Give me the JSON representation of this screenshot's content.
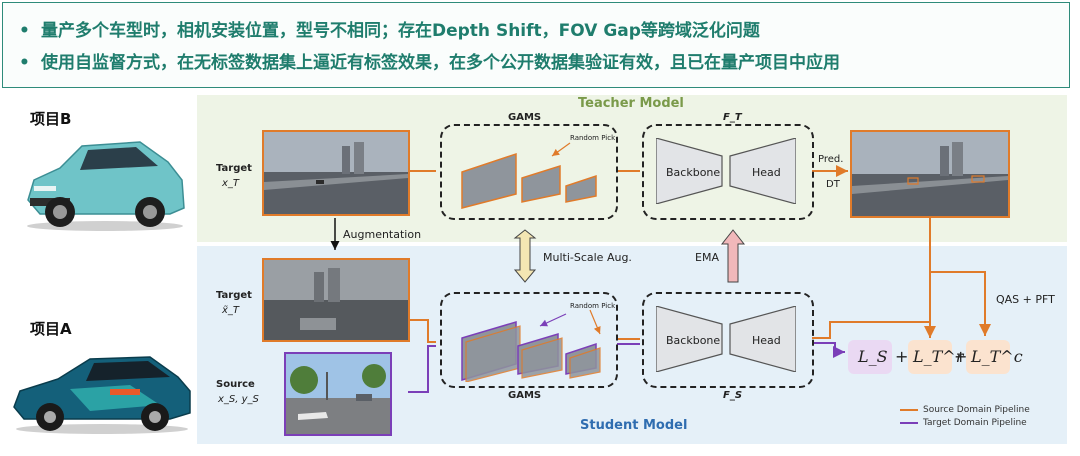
{
  "banner": {
    "bullet_1": "量产多个车型时，相机安装位置，型号不相同；存在Depth Shift，FOV Gap等跨域泛化问题",
    "bullet_2": "使用自监督方式，在无标签数据集上逼近有标签效果，在多个公开数据集验证有效，且已在量产项目中应用",
    "bullet_marker": "•"
  },
  "cars": {
    "project_b": "项目B",
    "project_a": "项目A"
  },
  "teacher": {
    "title": "Teacher Model",
    "target_label": "Target",
    "target_sub": "x_T",
    "gams": "GAMS",
    "random_pick": "Random Pick",
    "f_label": "F_T",
    "backbone": "Backbone",
    "head": "Head",
    "pred": "Pred.",
    "dt": "DT"
  },
  "student": {
    "title": "Student Model",
    "target_label": "Target",
    "target_sub": "x̃_T",
    "source_label": "Source",
    "source_sub": "x_S, y_S",
    "gams": "GAMS",
    "random_pick": "Random Pick",
    "f_label": "F_S",
    "backbone": "Backbone",
    "head": "Head"
  },
  "flow": {
    "augmentation": "Augmentation",
    "multi_scale": "Multi-Scale Aug.",
    "ema": "EMA",
    "qas_pft": "QAS + PFT"
  },
  "losses": {
    "ls": "L_S",
    "ltr": "L_T^r",
    "ltc": "L_T^c",
    "plus": "+"
  },
  "legend": {
    "source": "Source Domain Pipeline",
    "target": "Target Domain Pipeline",
    "source_color": "#e07b2a",
    "target_color": "#7b3fb8"
  },
  "colors": {
    "banner_text": "#1f7d6d",
    "teacher_title": "#7a9a4a",
    "student_title": "#2f6db0",
    "loss_ls_bg": "#ead9f3",
    "loss_lt_bg": "#fbe3cf"
  }
}
